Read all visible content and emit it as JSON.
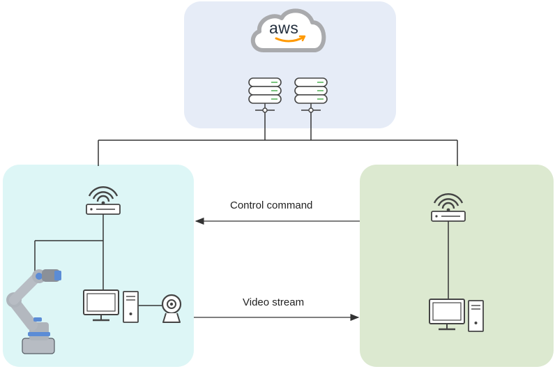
{
  "cloud": {
    "provider_logo_text": "aws",
    "server_count": 2
  },
  "links": {
    "control_label": "Control command",
    "video_label": "Video stream"
  },
  "colors": {
    "cloud_panel": "#e6ecf7",
    "robot_site_panel": "#ddf6f6",
    "operator_site_panel": "#dce9d0",
    "aws_smile": "#ff9900",
    "server_led": "#7bc47f",
    "line": "#333333"
  },
  "icons": {
    "cloud": "aws-cloud-icon",
    "server": "server-icon",
    "router": "wifi-router-icon",
    "desktop": "desktop-computer-icon",
    "webcam": "webcam-icon",
    "robot_arm": "robot-arm-icon"
  }
}
